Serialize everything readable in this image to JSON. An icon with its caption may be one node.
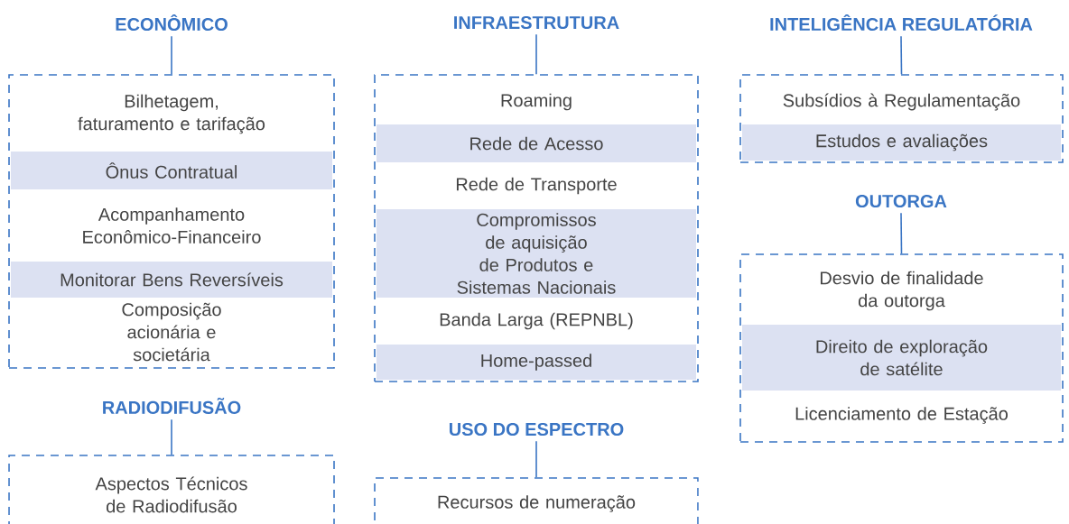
{
  "diagram": {
    "nodes": [
      {
        "text": [
          "ECONÔMICO"
        ]
      },
      {
        "text": [],
        "shape": "box"
      },
      {
        "text": [
          "Bilhetagem, faturamento e tarifação"
        ],
        "in": 1
      },
      {
        "text": [
          "Ônus Contratual"
        ],
        "in": 1
      },
      {
        "text": [
          "Acompanhamento Econômico-Financeiro"
        ],
        "in": 1
      },
      {
        "text": [
          "Monitorar Bens Reversíveis"
        ],
        "in": 1
      },
      {
        "text": [
          "Composição acionária e societária"
        ],
        "in": 1
      },
      {
        "text": [
          "RADIODIFUSÃO"
        ]
      },
      {
        "text": [],
        "shape": "box"
      },
      {
        "text": [
          "Aspectos Técnicos de Radiodifusão"
        ],
        "in": 8
      },
      {
        "text": [
          "INFRAESTRUTURA"
        ]
      },
      {
        "text": [],
        "shape": "box"
      },
      {
        "text": [
          "Roaming"
        ],
        "in": 11
      },
      {
        "text": [
          "Rede de Acesso"
        ],
        "in": 11
      },
      {
        "text": [
          "Rede de Transporte"
        ],
        "in": 11
      },
      {
        "text": [
          "Compromissos de aquisição de Produtos e Sistemas Nacionais"
        ],
        "in": 11
      },
      {
        "text": [
          "Banda Larga (REPNBL)"
        ],
        "in": 11
      },
      {
        "text": [
          "Home-passed"
        ],
        "in": 11
      },
      {
        "text": [
          "USO DO ESPECTRO"
        ]
      },
      {
        "text": [],
        "shape": "box"
      },
      {
        "text": [
          "Recursos de numeração"
        ],
        "in": 19
      },
      {
        "text": [
          "INTELIGÊNCIA REGULATÓRIA"
        ]
      },
      {
        "text": [],
        "shape": "box"
      },
      {
        "text": [
          "Subsídios à Regulamentação"
        ],
        "in": 22
      },
      {
        "text": [
          "Estudos e avaliações"
        ],
        "in": 22
      },
      {
        "text": [
          "OUTORGA"
        ]
      },
      {
        "text": [],
        "shape": "box"
      },
      {
        "text": [
          "Desvio de finalidade da outorga"
        ],
        "in": 26
      },
      {
        "text": [
          "Direito de exploração de satélite"
        ],
        "in": 26
      },
      {
        "text": [
          "Licenciamento de Estação"
        ],
        "in": 26
      }
    ],
    "edges": [
      {
        "from": 0,
        "to": 1,
        "arrow": "none"
      },
      {
        "from": 7,
        "to": 8,
        "arrow": "none"
      },
      {
        "from": 10,
        "to": 11,
        "arrow": "none"
      },
      {
        "from": 18,
        "to": 19,
        "arrow": "none"
      },
      {
        "from": 21,
        "to": 22,
        "arrow": "none"
      },
      {
        "from": 25,
        "to": 26,
        "arrow": "none"
      }
    ]
  }
}
